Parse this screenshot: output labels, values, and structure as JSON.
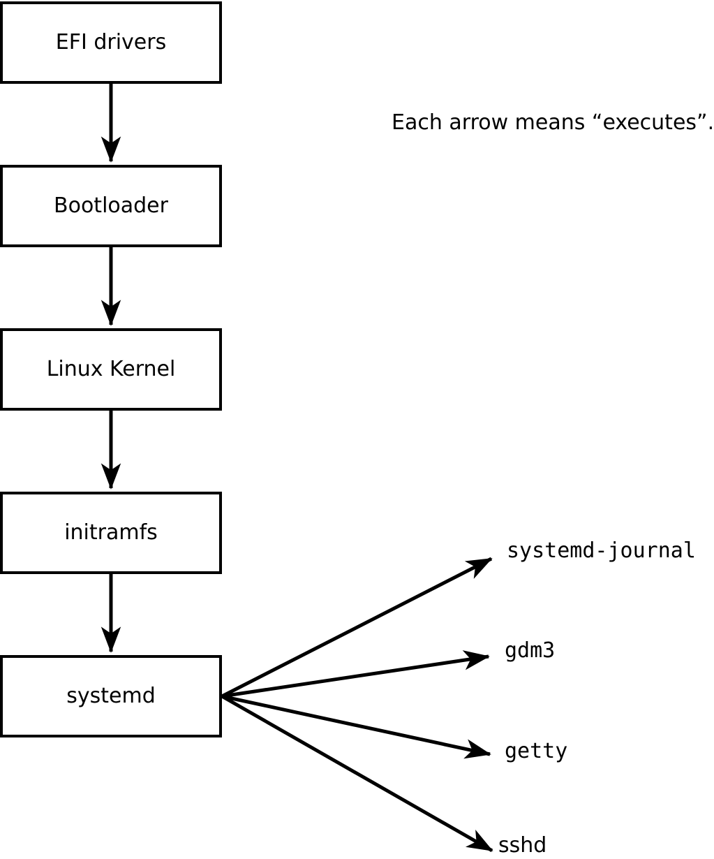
{
  "note": {
    "text": "Each arrow means “executes”."
  },
  "boot_chain": [
    {
      "label": "EFI drivers"
    },
    {
      "label": "Bootloader"
    },
    {
      "label": "Linux Kernel"
    },
    {
      "label": "initramfs"
    },
    {
      "label": "systemd"
    }
  ],
  "processes": [
    {
      "label": "systemd-journal"
    },
    {
      "label": "gdm3"
    },
    {
      "label": "getty"
    },
    {
      "label": "sshd"
    }
  ],
  "relation": {
    "arrow_meaning": "executes"
  },
  "colors": {
    "line": "#000000",
    "text": "#000000",
    "box_fill": "#ffffff",
    "background": "#ffffff"
  }
}
